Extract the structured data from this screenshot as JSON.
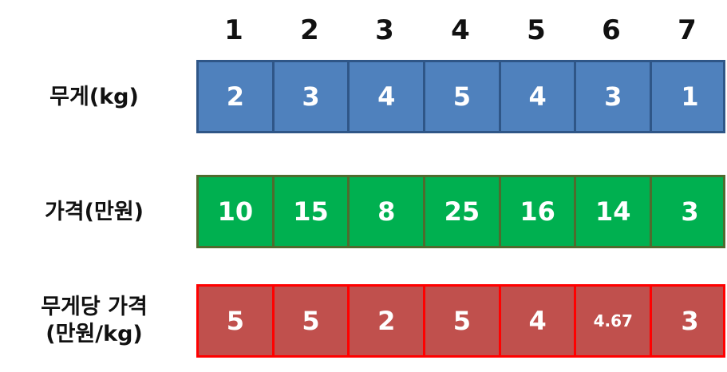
{
  "headers": [
    "1",
    "2",
    "3",
    "4",
    "5",
    "6",
    "7"
  ],
  "rows": [
    {
      "label_lines": [
        "무게(kg)"
      ],
      "values": [
        "2",
        "3",
        "4",
        "5",
        "4",
        "3",
        "1"
      ]
    },
    {
      "label_lines": [
        "가격(만원)"
      ],
      "values": [
        "10",
        "15",
        "8",
        "25",
        "16",
        "14",
        "3"
      ]
    },
    {
      "label_lines": [
        "무게당 가격",
        "(만원/kg)"
      ],
      "values": [
        "5",
        "5",
        "2",
        "5",
        "4",
        "4.67",
        "3"
      ]
    }
  ],
  "colors": {
    "weight_fill": "#4f81bd",
    "weight_border": "#2f5687",
    "price_fill": "#00b050",
    "price_border": "#4f6b2e",
    "unit_fill": "#c0504d",
    "unit_border": "#ff0000"
  }
}
